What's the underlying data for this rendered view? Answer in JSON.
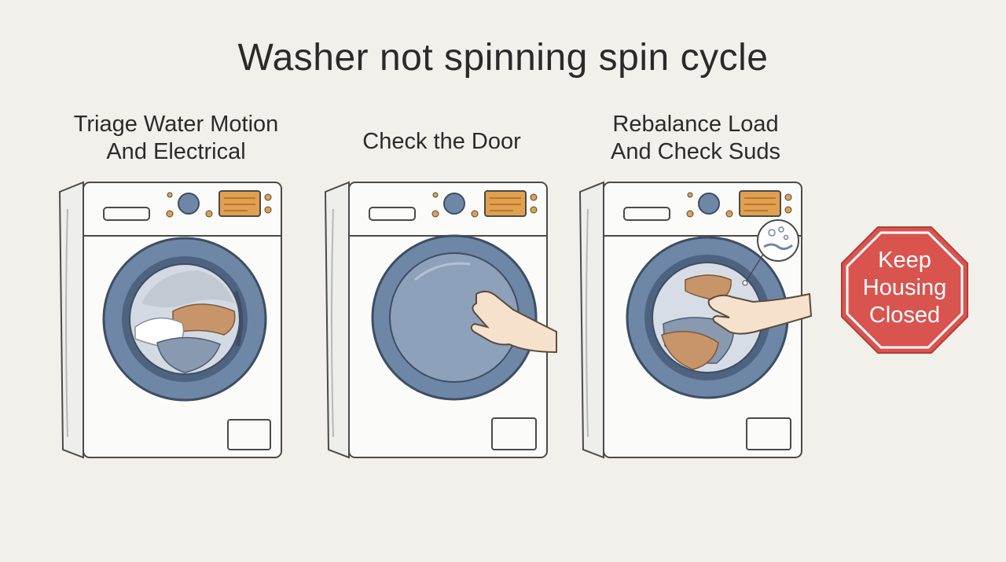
{
  "title": "Washer not spinning spin cycle",
  "steps": [
    {
      "label": "Triage Water Motion\nAnd Electrical",
      "illustration": "washer-with-clothes-in-drum"
    },
    {
      "label": "Check the Door",
      "illustration": "washer-hand-pressing-door"
    },
    {
      "label": "Rebalance Load\nAnd Check Suds",
      "illustration": "washer-hand-rebalancing-load-suds"
    }
  ],
  "warning": {
    "text": "Keep\nHousing\nClosed",
    "shape": "stop-octagon",
    "color": "#d9544f"
  },
  "colors": {
    "background": "#f1f0ea",
    "drum": "#6f87a6",
    "display": "#e0a050",
    "washer_body": "#fbfbf9"
  }
}
